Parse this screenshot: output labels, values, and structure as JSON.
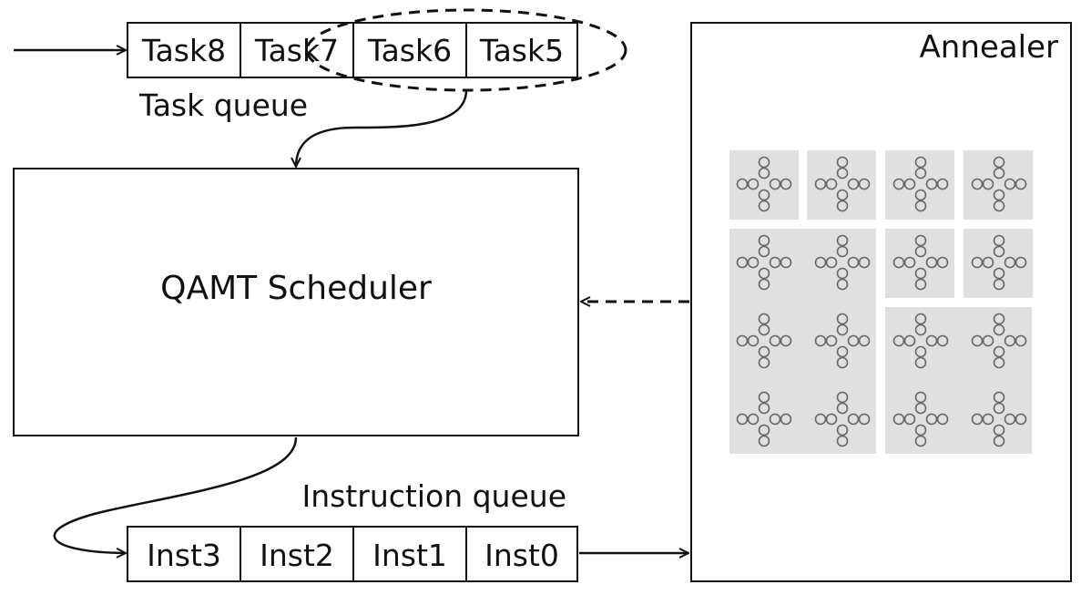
{
  "task_queue": {
    "label": "Task queue",
    "tasks": [
      "Task8",
      "Task7",
      "Task6",
      "Task5"
    ]
  },
  "scheduler": {
    "label": "QAMT Scheduler"
  },
  "instruction_queue": {
    "label": "Instruction queue",
    "instructions": [
      "Inst3",
      "Inst2",
      "Inst1",
      "Inst0"
    ]
  },
  "annealer": {
    "label": "Annealer",
    "unit_cell_grid": {
      "rows": 4,
      "cols": 4
    }
  },
  "colors": {
    "stroke": "#111111",
    "region_fill": "#e0e0e0",
    "qubit_stroke": "#666666"
  }
}
